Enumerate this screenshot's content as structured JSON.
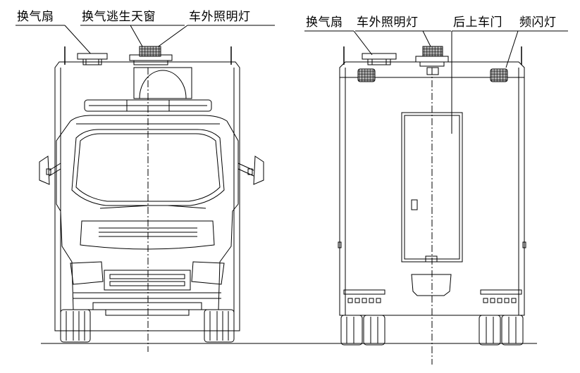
{
  "front_view": {
    "labels": {
      "vent_fan": "换气扇",
      "escape_skylight": "换气逃生天窗",
      "exterior_light": "车外照明灯"
    }
  },
  "rear_view": {
    "labels": {
      "vent_fan": "换气扇",
      "exterior_light": "车外照明灯",
      "rear_upper_door": "后上车门",
      "strobe_light": "频闪灯"
    }
  }
}
